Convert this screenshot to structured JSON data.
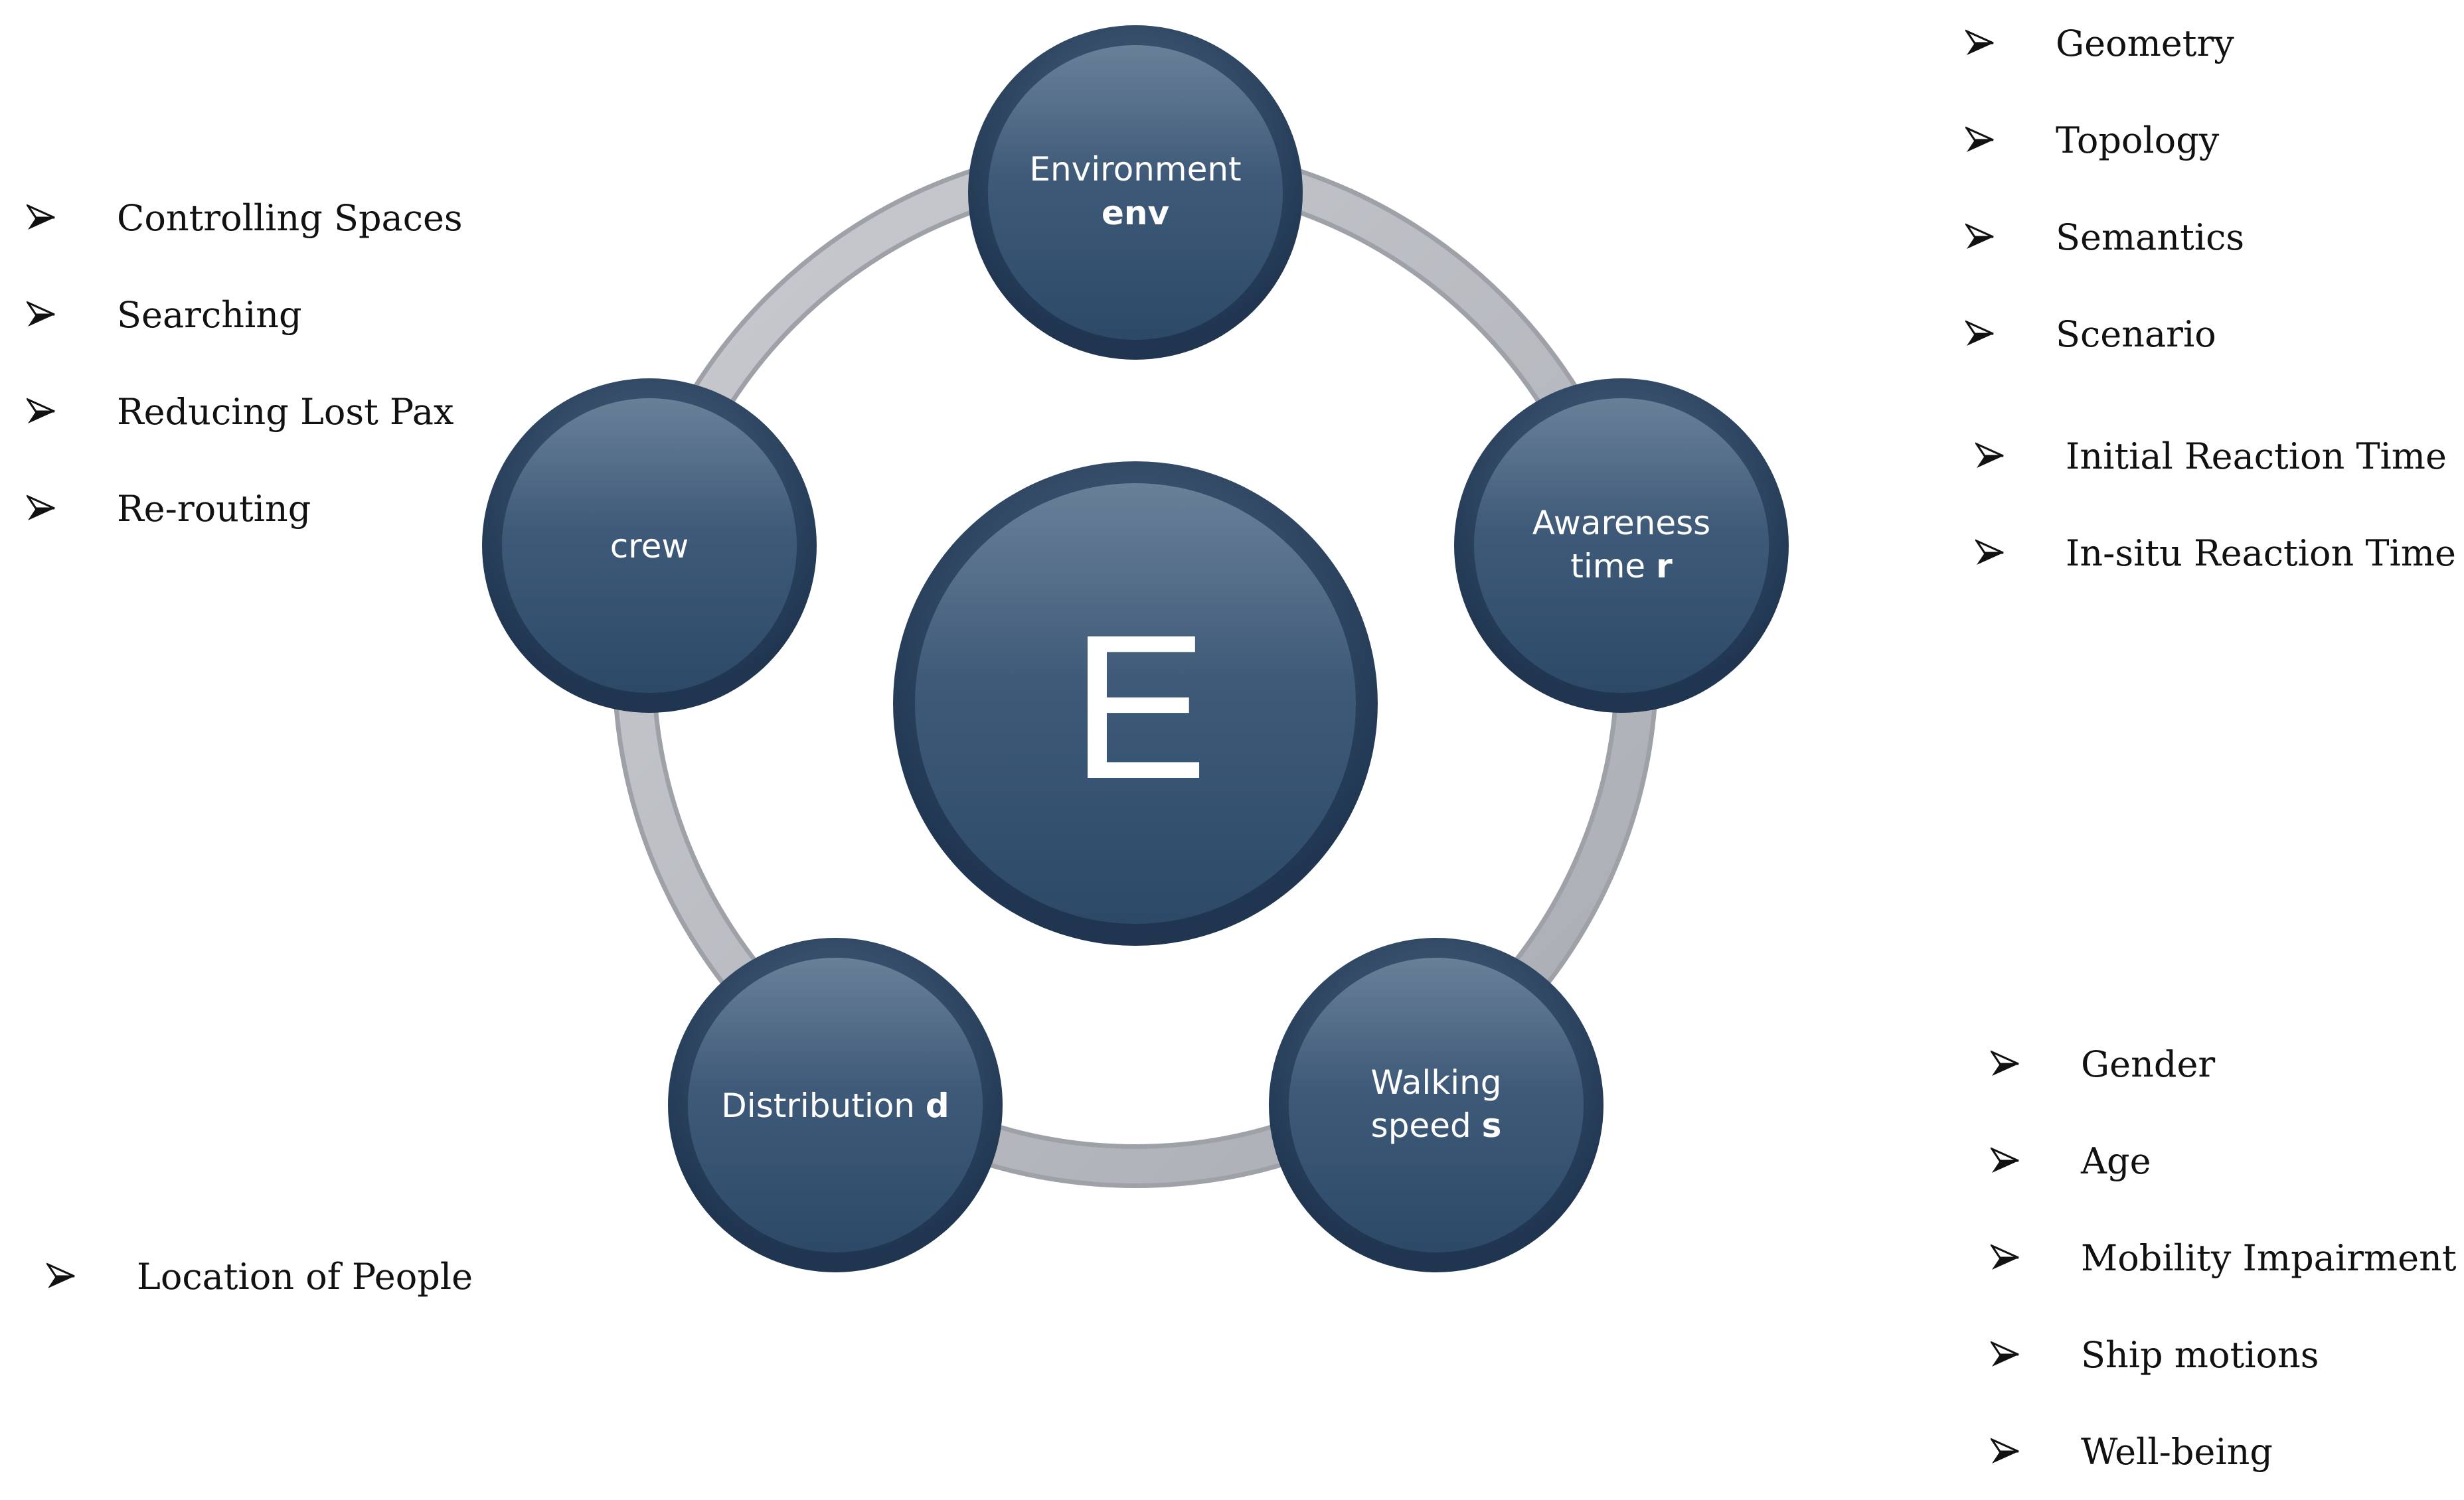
{
  "center": {
    "label": "E"
  },
  "nodes": [
    {
      "id": "environment",
      "line1": "Environment",
      "line2_plain": "",
      "line2_bold": "env"
    },
    {
      "id": "awareness",
      "line1": "Awareness",
      "line2_plain": "time ",
      "line2_bold": "r"
    },
    {
      "id": "walking",
      "line1": "Walking",
      "line2_plain": "speed ",
      "line2_bold": "s"
    },
    {
      "id": "distribution",
      "line1": "",
      "line2_plain": "Distribution ",
      "line2_bold": "d"
    },
    {
      "id": "crew",
      "line1": "",
      "line2_plain": "crew",
      "line2_bold": ""
    }
  ],
  "lists": {
    "left_top": [
      "Controlling Spaces",
      "Searching",
      "Reducing Lost Pax",
      "Re-routing"
    ],
    "left_bottom": [
      "Location of People"
    ],
    "right_top": [
      "Geometry",
      "Topology",
      "Semantics",
      "Scenario"
    ],
    "right_mid": [
      "Initial Reaction Time",
      "In-situ Reaction Time"
    ],
    "right_bottom": [
      "Gender",
      "Age",
      "Mobility Impairment",
      "Ship motions",
      "Well-being"
    ]
  },
  "colors": {
    "node_fill_top": "#5d7590",
    "node_fill_bottom": "#2c4a68",
    "node_rim": "#1f3550",
    "ring": "#b9bbc1",
    "text_on_node": "#ffffff",
    "list_text": "#111111"
  },
  "icons": {
    "bullet": "arrowhead-bullet-icon"
  }
}
